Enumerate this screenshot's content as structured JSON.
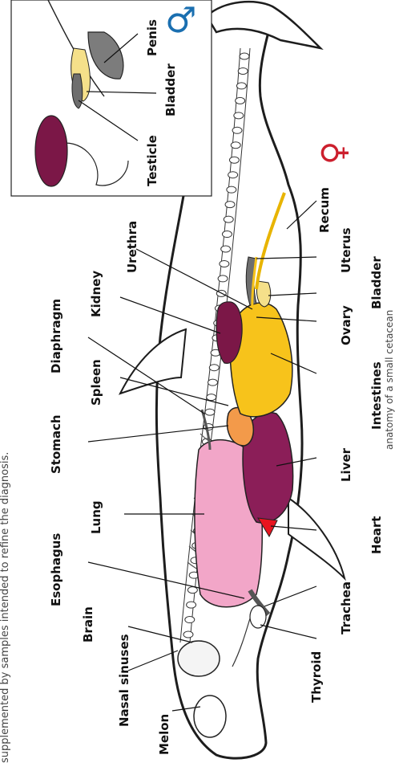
{
  "header_text": "supplemented by samples intended to refine the diagnosis.",
  "caption": "anatomy of a small cetacean",
  "symbols": {
    "male": "♂",
    "female": "♀",
    "male_color": "#1a6fb0",
    "female_color": "#cc1f2d"
  },
  "labels": {
    "melon": "Melon",
    "nasal_sinuses": "Nasal sinuses",
    "brain": "Brain",
    "esophagus": "Esophagus",
    "lung": "Lung",
    "stomach": "Stomach",
    "spleen": "Spleen",
    "diaphragm": "Diaphragm",
    "kidney": "Kidney",
    "urethra": "Urethra",
    "recum": "Recum",
    "uterus": "Uterus",
    "bladder": "Bladder",
    "ovary": "Ovary",
    "intestines": "Intestines",
    "liver": "Liver",
    "heart": "Heart",
    "trachea": "Trachea",
    "thyroid": "Thyroid",
    "penis": "Penis",
    "bladder_inset": "Bladder",
    "testicle": "Testicle"
  },
  "organ_colors": {
    "lung": "#f2a6c8",
    "liver": "#8b1e58",
    "stomach": "#f39a4a",
    "intestines": "#f7c31b",
    "kidney": "#7b1747",
    "heart": "#e8141f",
    "bladder": "#f5e08a",
    "uterus": "#6e6e6e"
  }
}
